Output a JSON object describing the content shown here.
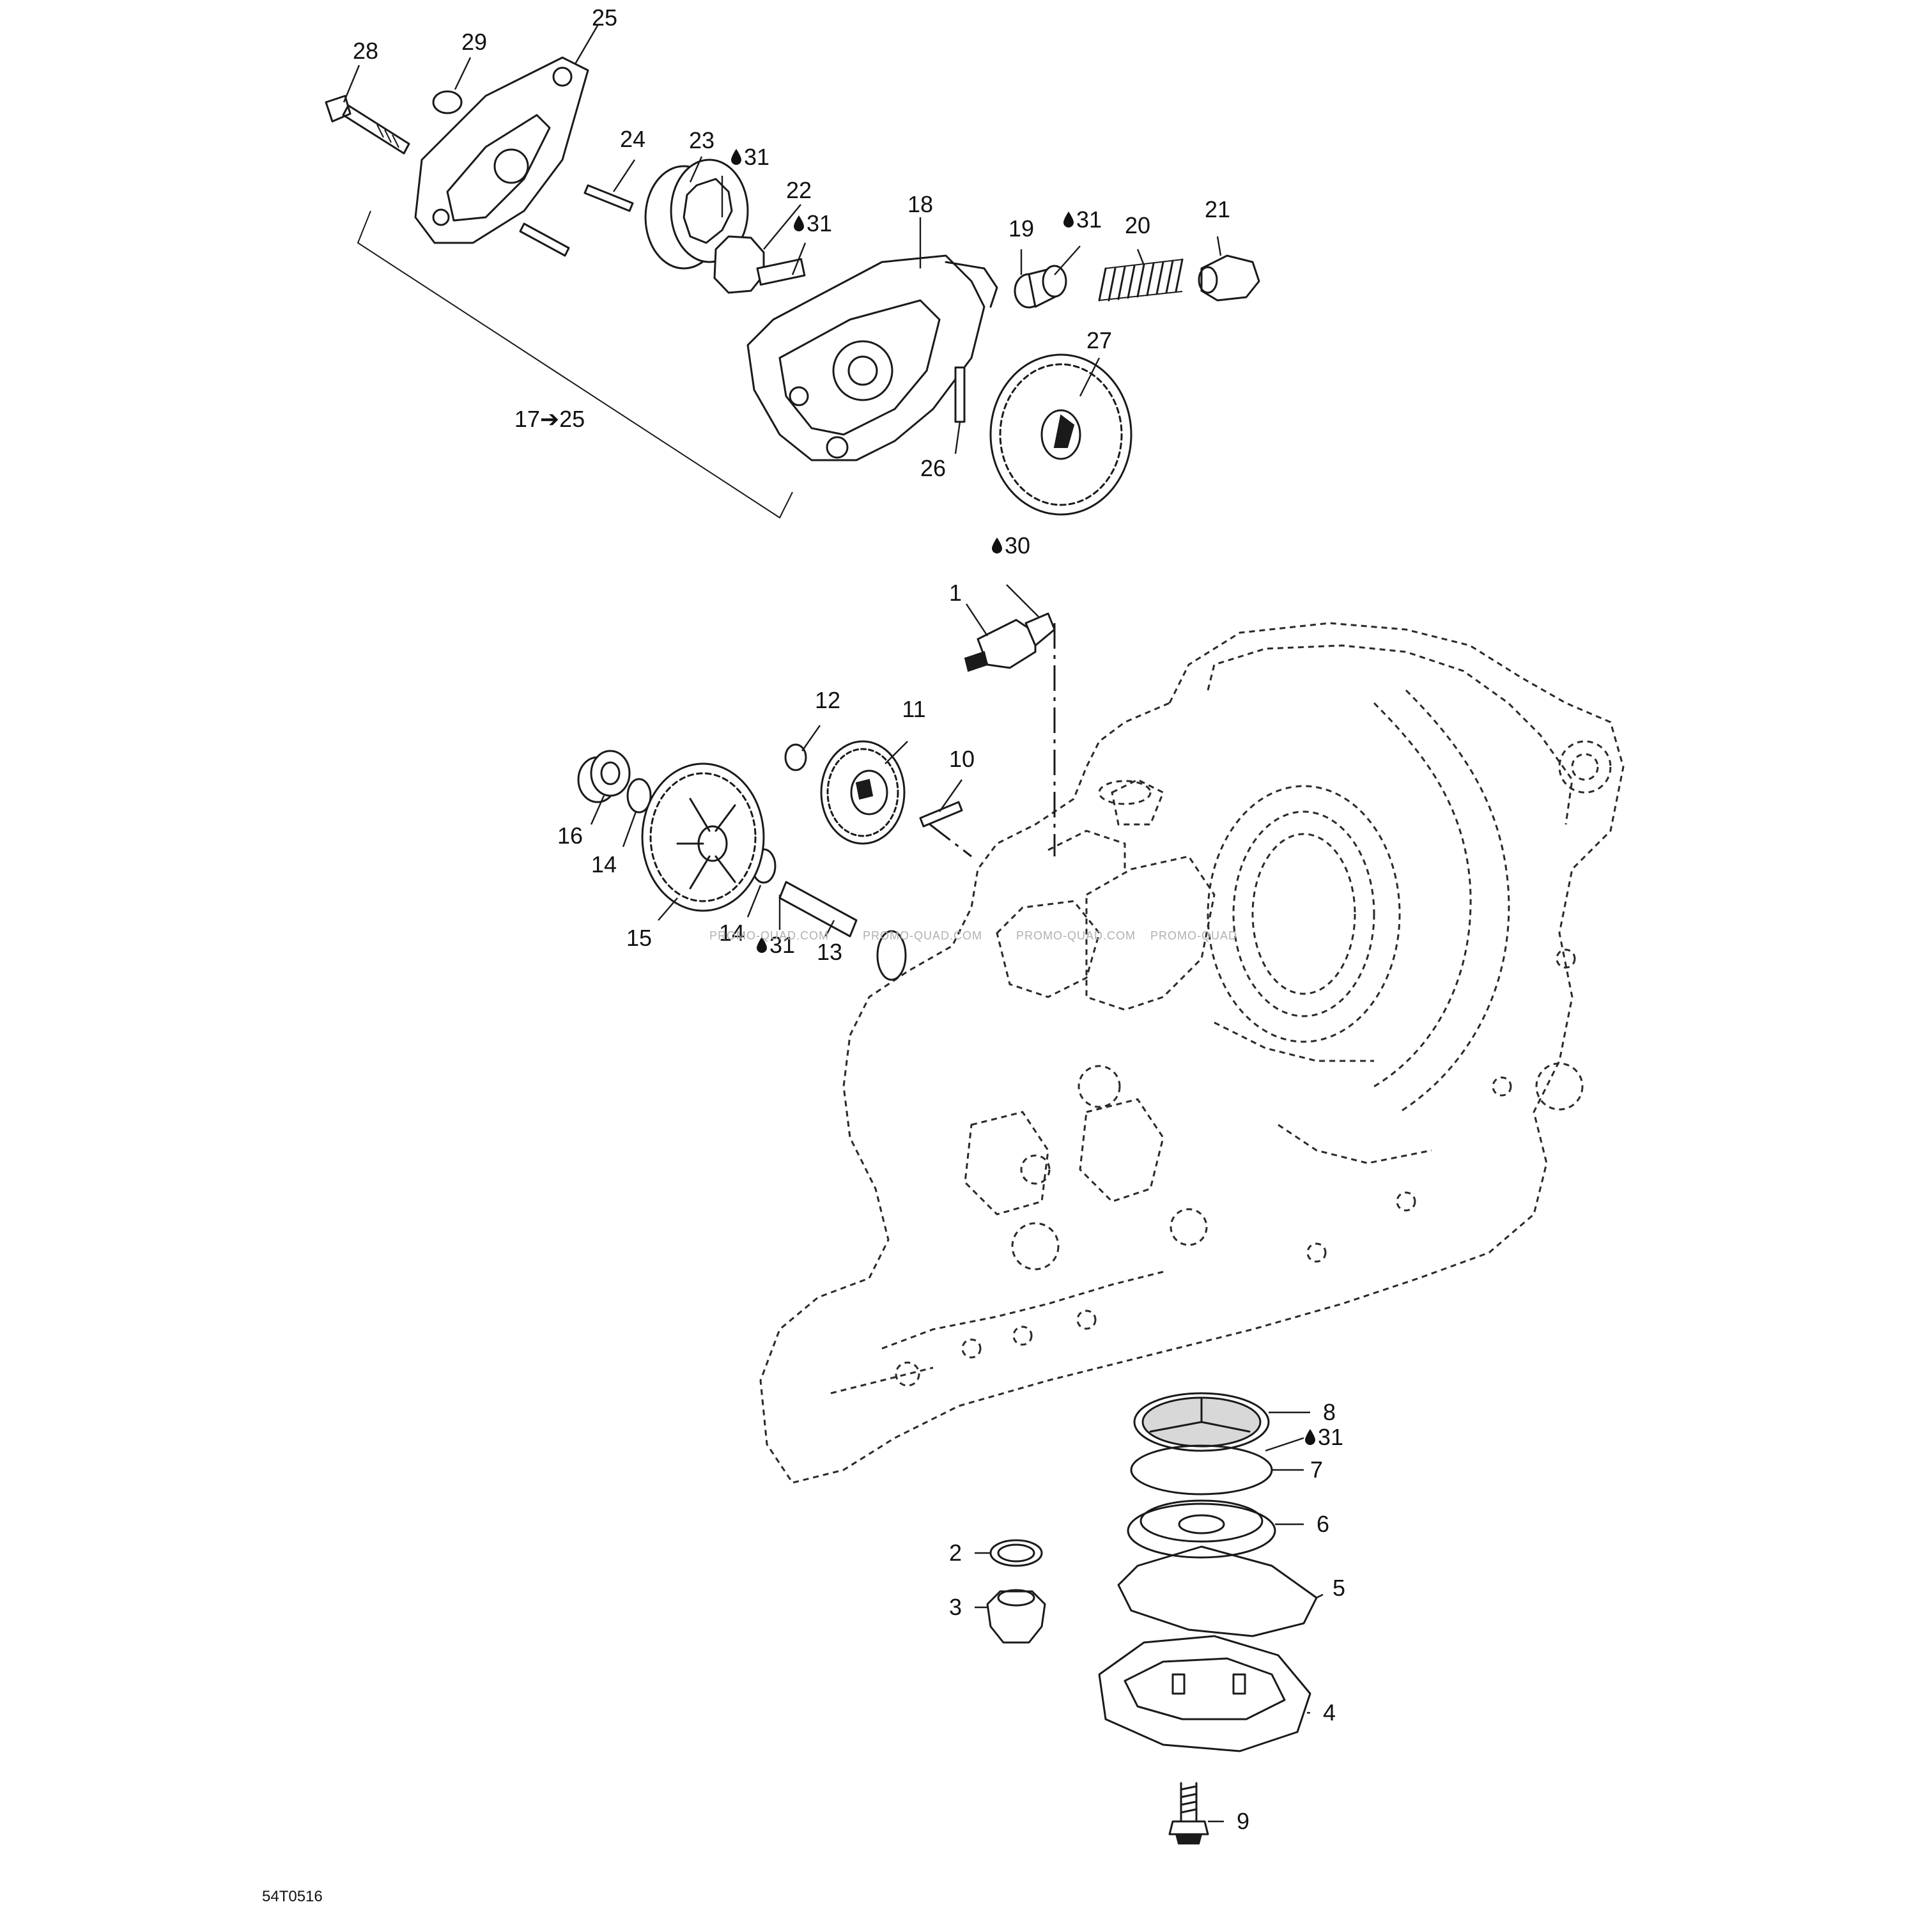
{
  "diagram": {
    "figure_code": "54T0516",
    "watermark": [
      "PROMO-QUAD.COM",
      "PROMO-QUAD.COM",
      "PROMO-QUAD.COM",
      "PROMO-QUAD"
    ],
    "oil_drop_icon": "oil-drop-icon",
    "callouts": {
      "p1": "1",
      "p2": "2",
      "p3": "3",
      "p4": "4",
      "p5": "5",
      "p6": "6",
      "p7": "7",
      "p8": "8",
      "p9": "9",
      "p10": "10",
      "p11": "11",
      "p12": "12",
      "p13": "13",
      "p14a": "14",
      "p14b": "14",
      "p15": "15",
      "p16": "16",
      "p17_25": "17➔25",
      "p18": "18",
      "p19": "19",
      "p20": "20",
      "p21": "21",
      "p22": "22",
      "p23": "23",
      "p24": "24",
      "p25": "25",
      "p26": "26",
      "p27": "27",
      "p28": "28",
      "p29": "29"
    },
    "lubricant_refs": {
      "l31_a": "31",
      "l31_b": "31",
      "l31_c": "31",
      "l31_d": "31",
      "l31_e": "31",
      "l30": "30"
    }
  }
}
